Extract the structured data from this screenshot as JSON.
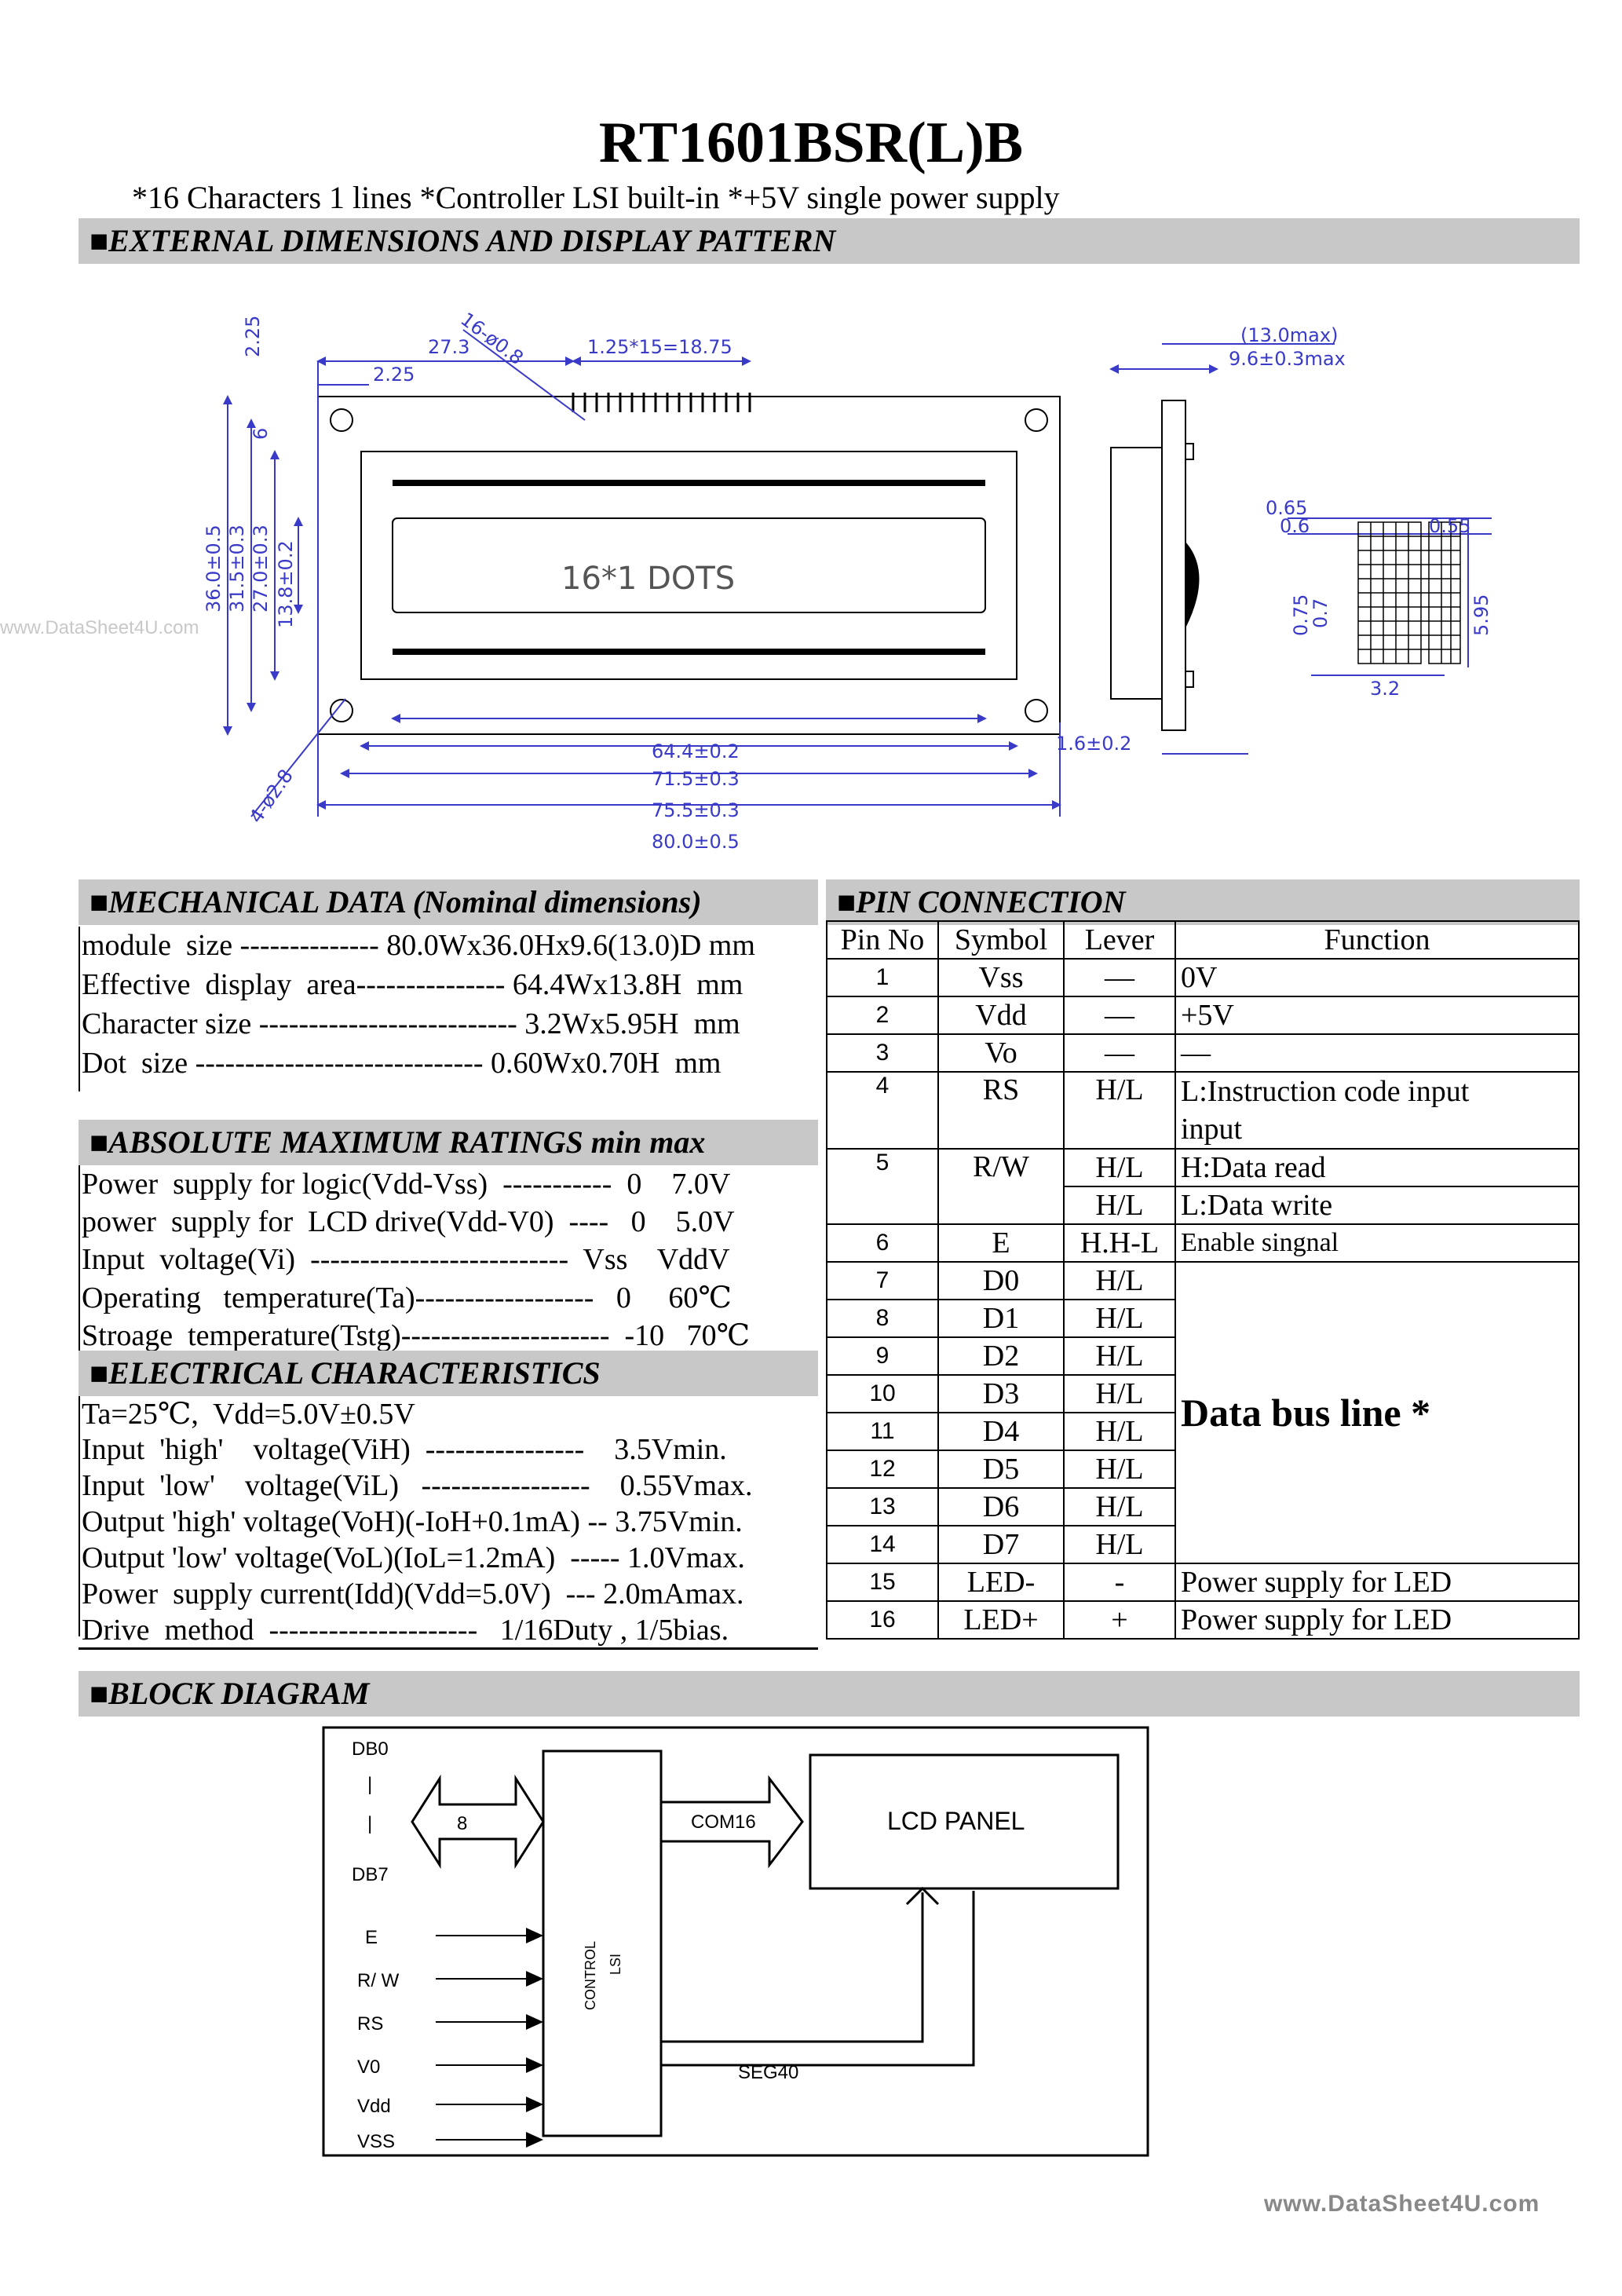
{
  "header": {
    "title": "RT1601BSR(L)B",
    "subtitle": "*16  Characters  1 lines  *Controller LSI built-in  *+5V single power supply"
  },
  "sections": {
    "external": "EXTERNAL   DIMENSIONS  AND DISPLAY  PATTERN",
    "mechanical": "MECHANICAL  DATA  (Nominal  dimensions)",
    "pin": "PIN  CONNECTION",
    "absolute": "ABSOLUTE MAXIMUM RATINGS   min     max",
    "electrical": "ELECTRICAL   CHARACTERISTICS",
    "block": "BLOCK  DIAGRAM",
    "marker": "■"
  },
  "watermark": {
    "left": "www.DataSheet4U.com",
    "bottom": "www.DataSheet4U.com"
  },
  "drawing": {
    "display_text": "16*1 DOTS",
    "top_dims": [
      "27.3",
      "16-ø0.8",
      "1.25*15=18.75",
      "2.25",
      "2.25"
    ],
    "left_dims": [
      "36.0±0.5",
      "31.5±0.3",
      "27.0±0.3",
      "13.8±0.2",
      "6"
    ],
    "bottom_dims": [
      "64.4±0.2",
      "71.5±0.3",
      "75.5±0.3",
      "80.0±0.5"
    ],
    "hole": "4-ø2.8",
    "side_dims": [
      "(13.0max)",
      "9.6±0.3max",
      "1.6±0.2"
    ],
    "char_dims": [
      "0.65",
      "0.6",
      "0.55",
      "0.75",
      "0.7",
      "5.95",
      "3.2"
    ]
  },
  "mechanical_data": [
    "module  size -------------- 80.0Wx36.0Hx9.6(13.0)D mm",
    "Effective  display  area--------------- 64.4Wx13.8H  mm",
    "Character size -------------------------- 3.2Wx5.95H  mm",
    "Dot  size ----------------------------- 0.60Wx0.70H  mm"
  ],
  "absolute_ratings": [
    "Power  supply for logic(Vdd-Vss)  -----------  0    7.0V",
    "power  supply for  LCD drive(Vdd-V0)  ----   0    5.0V",
    "Input  voltage(Vi)  --------------------------  Vss    VddV",
    "Operating   temperature(Ta)------------------   0     60℃",
    "Stroage  temperature(Tstg)---------------------  -10   70℃"
  ],
  "electrical": [
    "Ta=25℃,  Vdd=5.0V±0.5V",
    "Input  'high'    voltage(ViH)  ----------------    3.5Vmin.",
    "Input  'low'    voltage(ViL)   -----------------    0.55Vmax.",
    "Output 'high' voltage(VoH)(-IoH+0.1mA) -- 3.75Vmin.",
    "Output 'low' voltage(VoL)(IoL=1.2mA)  ----- 1.0Vmax.",
    "Power  supply current(Idd)(Vdd=5.0V)  --- 2.0mAmax.",
    "Drive  method  ---------------------   1/16Duty , 1/5bias."
  ],
  "pin_table": {
    "headers": [
      "Pin  No",
      "Symbol",
      "Lever",
      "Function"
    ],
    "rows": [
      [
        "1",
        "Vss",
        "—",
        "0V"
      ],
      [
        "2",
        "Vdd",
        "—",
        "+5V"
      ],
      [
        "3",
        "Vo",
        "—",
        "—"
      ],
      [
        "4",
        "RS",
        "H/L",
        "L:Instruction code input"
      ],
      [
        "5",
        "R/W",
        "H/L",
        "H:Data read"
      ],
      [
        "6",
        "E",
        "H.H-L",
        "Enable singnal"
      ],
      [
        "7",
        "D0",
        "H/L",
        ""
      ],
      [
        "8",
        "D1",
        "H/L",
        ""
      ],
      [
        "9",
        "D2",
        "H/L",
        ""
      ],
      [
        "10",
        "D3",
        "H/L",
        ""
      ],
      [
        "11",
        "D4",
        "H/L",
        ""
      ],
      [
        "12",
        "D5",
        "H/L",
        ""
      ],
      [
        "13",
        "D6",
        "H/L",
        ""
      ],
      [
        "14",
        "D7",
        "H/L",
        ""
      ],
      [
        "15",
        "LED-",
        "-",
        "Power supply for LED"
      ],
      [
        "16",
        "LED+",
        "+",
        "Power supply for LED"
      ]
    ],
    "row4_extra": "input",
    "row5_lever2": "H/L",
    "row5_func2": "L:Data write",
    "databus": "Data  bus  line  *"
  },
  "block_diagram": {
    "db0": "DB0",
    "db7": "DB7",
    "bus_width": "8",
    "com": "COM16",
    "panel": "LCD  PANEL",
    "controller1": "CONTROL",
    "controller2": "LSI",
    "seg": "SEG40",
    "inputs": [
      "E",
      "R/ W",
      "RS",
      "V0",
      "Vdd",
      "VSS"
    ],
    "tick": "|"
  }
}
